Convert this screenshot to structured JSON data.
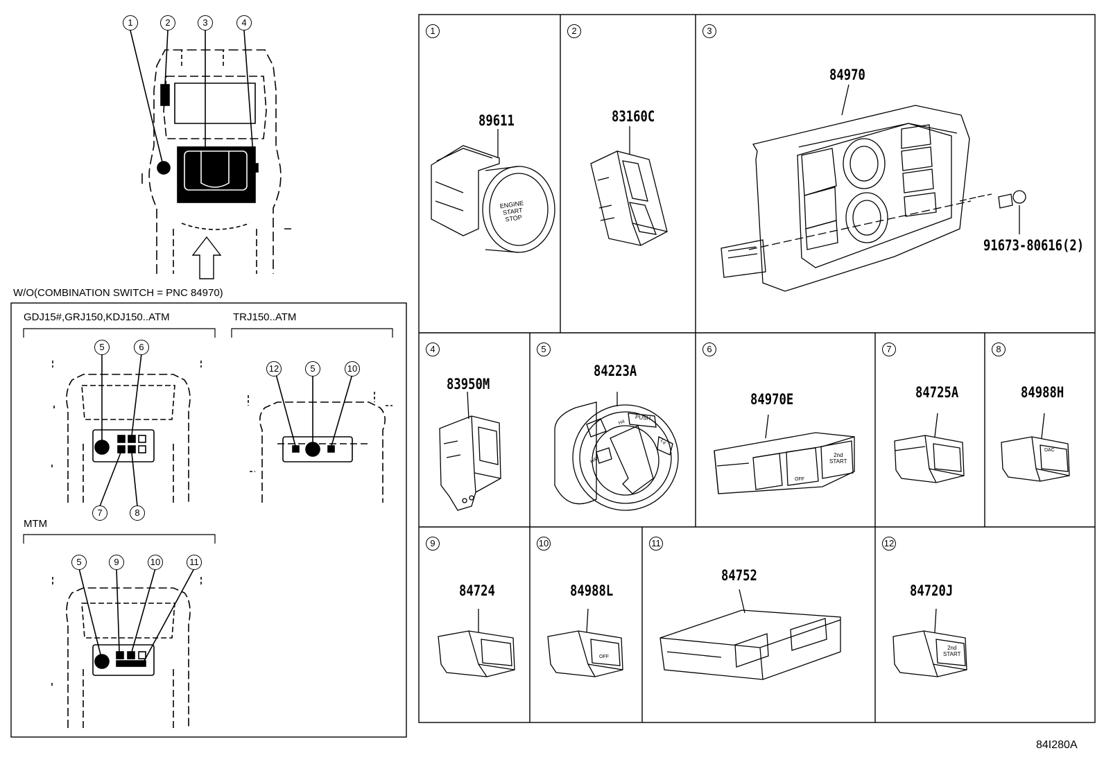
{
  "diagram_code": "84I280A",
  "wo_note": "W/O(COMBINATION SWITCH = PNC 84970)",
  "variants": {
    "atm_main": "GDJ15#,GRJ150,KDJ150..ATM",
    "atm_trj": "TRJ150..ATM",
    "mtm": "MTM"
  },
  "overview_callouts": [
    "1",
    "2",
    "3",
    "4"
  ],
  "atm_main_callouts": [
    "5",
    "6",
    "7",
    "8"
  ],
  "atm_trj_callouts": [
    "12",
    "5",
    "10"
  ],
  "mtm_callouts": [
    "5",
    "9",
    "10",
    "11"
  ],
  "parts": [
    {
      "num": "1",
      "pnc": "89611",
      "name": "engine-start-switch"
    },
    {
      "num": "2",
      "pnc": "83160C",
      "name": "switch-83160c"
    },
    {
      "num": "3",
      "pnc": "84970",
      "name": "combination-switch"
    },
    {
      "num": "4",
      "pnc": "83950M",
      "name": "switch-83950m"
    },
    {
      "num": "5",
      "pnc": "84223A",
      "name": "transfer-dial-switch"
    },
    {
      "num": "6",
      "pnc": "84970E",
      "name": "switch-84970e"
    },
    {
      "num": "7",
      "pnc": "84725A",
      "name": "switch-84725a"
    },
    {
      "num": "8",
      "pnc": "84988H",
      "name": "switch-84988h"
    },
    {
      "num": "9",
      "pnc": "84724",
      "name": "switch-84724"
    },
    {
      "num": "10",
      "pnc": "84988L",
      "name": "switch-84988l"
    },
    {
      "num": "11",
      "pnc": "84752",
      "name": "switch-84752"
    },
    {
      "num": "12",
      "pnc": "84720J",
      "name": "switch-84720j"
    }
  ],
  "screw": {
    "pnc": "91673-80616(2)"
  },
  "button_texts": {
    "engine": [
      "ENGINE",
      "START",
      "STOP"
    ],
    "push": "PUSH",
    "h4": "H4",
    "l4": "L4",
    "h4f": "H4F",
    "off": "OFF",
    "second_start": [
      "2nd",
      "START"
    ],
    "dac": "DAC"
  }
}
